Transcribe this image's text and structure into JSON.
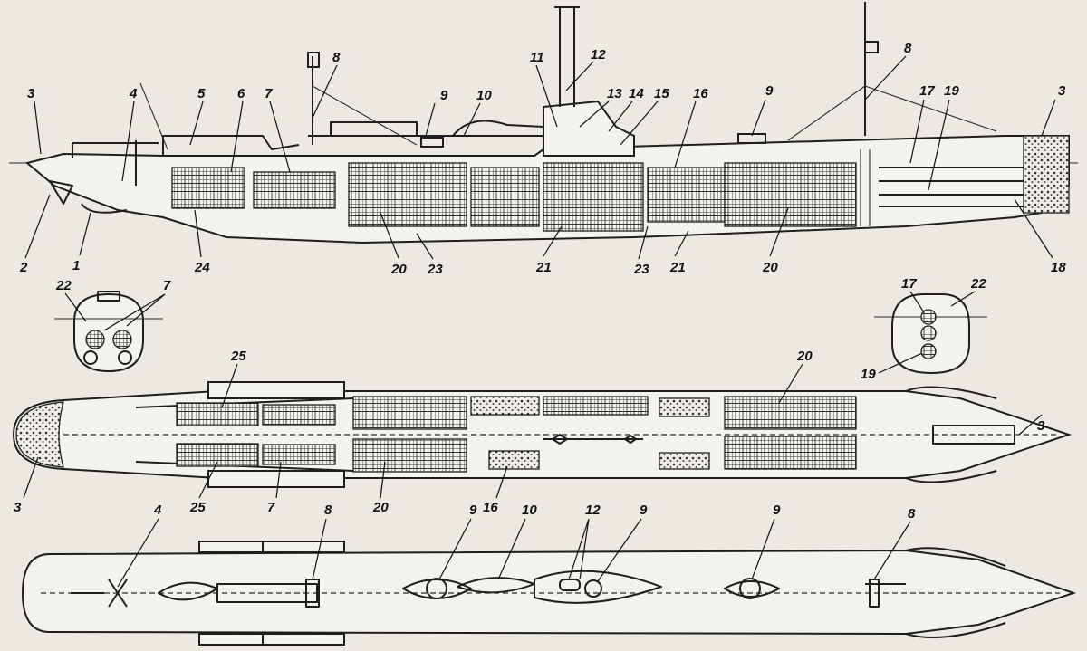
{
  "diagram": {
    "profile_view": {
      "labels": [
        "1",
        "2",
        "3",
        "3",
        "4",
        "5",
        "6",
        "7",
        "8",
        "8",
        "9",
        "9",
        "10",
        "11",
        "12",
        "13",
        "14",
        "15",
        "16",
        "17",
        "18",
        "19",
        "20",
        "20",
        "21",
        "21",
        "23",
        "23",
        "24"
      ]
    },
    "section_views": {
      "stern_section_labels": [
        "22",
        "7"
      ],
      "bow_section_labels": [
        "17",
        "22",
        "19"
      ]
    },
    "plan_view": {
      "labels": [
        "3",
        "3",
        "7",
        "16",
        "20",
        "20",
        "25",
        "25"
      ]
    },
    "deck_view": {
      "labels": [
        "4",
        "8",
        "8",
        "9",
        "9",
        "9",
        "10",
        "12"
      ]
    },
    "colors": {
      "ink": "#1e1e1e",
      "paper": "#ece9e2"
    }
  }
}
